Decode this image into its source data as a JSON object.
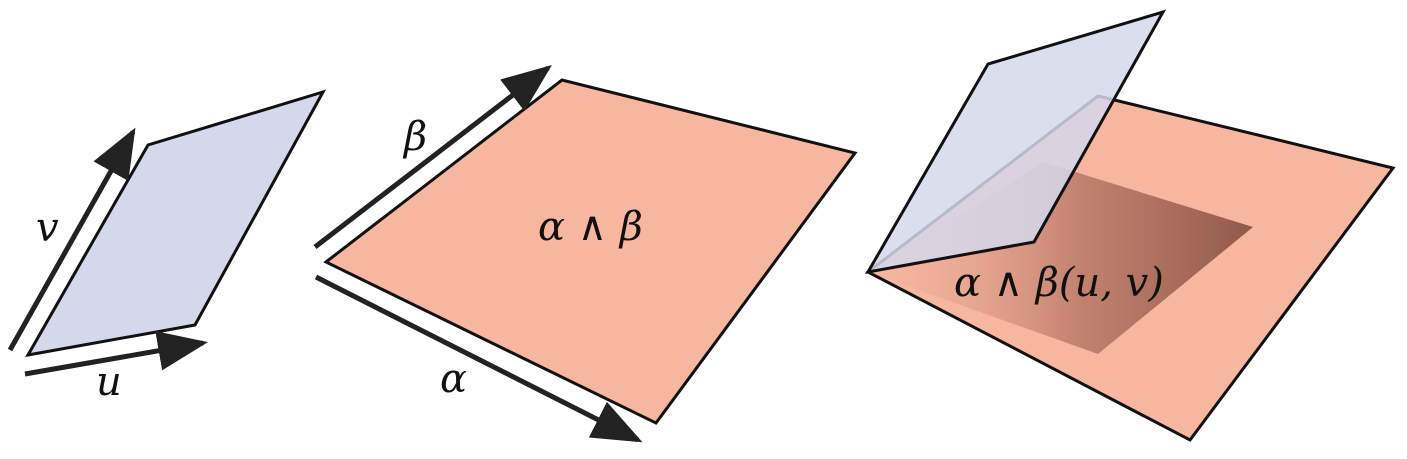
{
  "panels": {
    "left": {
      "label_u": "u",
      "label_v": "v"
    },
    "middle": {
      "label_alpha": "α",
      "label_beta": "β",
      "label_wedge": "α ∧ β"
    },
    "right": {
      "label_result": "α ∧ β(u, v)"
    }
  },
  "colors": {
    "parallelogram_uv": "#d5d8ea",
    "plane_alpha_beta": "#f7b6a0",
    "shadow": "#8b5446",
    "stroke": "#111111",
    "arrow": "#222222"
  }
}
